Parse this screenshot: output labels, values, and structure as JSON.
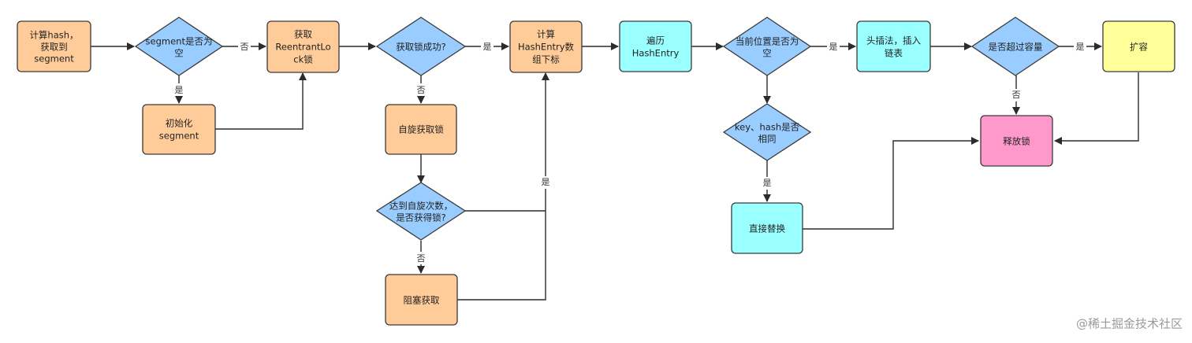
{
  "colors": {
    "orange": "#FFCC99",
    "cyan": "#99FFFF",
    "blue": "#99CCFF",
    "yellow": "#FFFF99",
    "pink": "#FF99CC",
    "line": "#2b2b2b"
  },
  "nodes": {
    "calc_hash": {
      "lines": [
        "计算hash，",
        "获取到",
        "segment"
      ]
    },
    "segment_empty": {
      "lines": [
        "segment是否为",
        "空"
      ]
    },
    "init_segment": {
      "lines": [
        "初始化",
        "segment"
      ]
    },
    "get_lock": {
      "lines": [
        "获取",
        "ReentrantLo",
        "ck锁"
      ]
    },
    "lock_success": {
      "lines": [
        "获取锁成功?"
      ]
    },
    "spin_lock": {
      "lines": [
        "自旋获取锁"
      ]
    },
    "spin_limit": {
      "lines": [
        "达到自旋次数，",
        "是否获得锁?"
      ]
    },
    "block_get": {
      "lines": [
        "阻塞获取"
      ]
    },
    "calc_index": {
      "lines": [
        "计算",
        "HashEntry数",
        "组下标"
      ]
    },
    "traverse": {
      "lines": [
        "遍历",
        "HashEntry"
      ]
    },
    "pos_empty": {
      "lines": [
        "当前位置是否为",
        "空"
      ]
    },
    "key_same": {
      "lines": [
        "key、hash是否",
        "相同"
      ]
    },
    "replace": {
      "lines": [
        "直接替换"
      ]
    },
    "head_insert": {
      "lines": [
        "头插法，插入",
        "链表"
      ]
    },
    "over_capacity": {
      "lines": [
        "是否超过容量"
      ]
    },
    "expand": {
      "lines": [
        "扩容"
      ]
    },
    "release": {
      "lines": [
        "释放锁"
      ]
    }
  },
  "edge_labels": {
    "segment_no": "否",
    "segment_yes": "是",
    "lock_yes": "是",
    "lock_no": "否",
    "spin_yes": "是",
    "spin_no": "否",
    "pos_yes": "是",
    "key_yes": "是",
    "cap_yes": "是",
    "cap_no": "否"
  },
  "watermark": "@稀土掘金技术社区"
}
